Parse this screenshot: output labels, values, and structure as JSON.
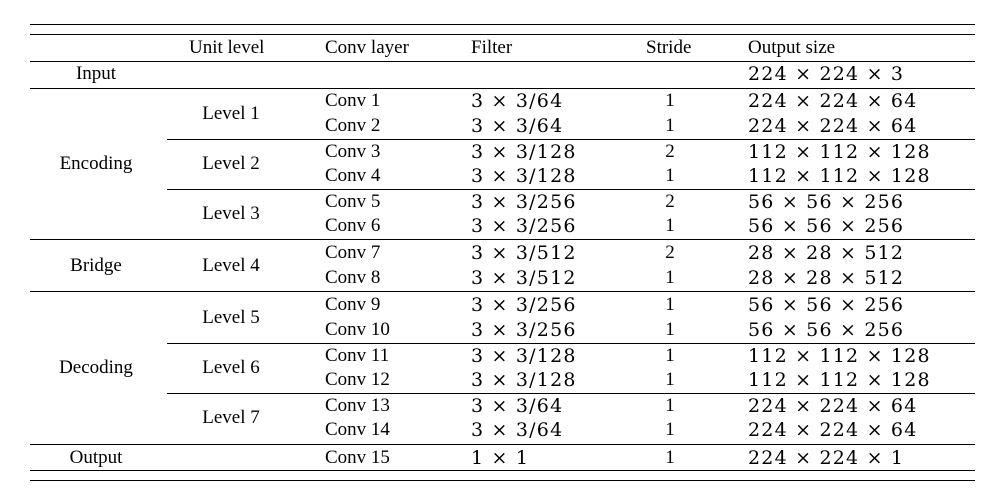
{
  "headers": [
    "Unit level",
    "Conv layer",
    "Filter",
    "Stride",
    "Output size"
  ],
  "input_row": {
    "label": "Input",
    "output": "224 × 224 × 3"
  },
  "groups": [
    {
      "name": "Encoding",
      "levels": [
        {
          "label": "Level 1",
          "rows": [
            {
              "conv": "Conv 1",
              "filter": "3 × 3/64",
              "stride": "1",
              "output": "224 × 224 × 64"
            },
            {
              "conv": "Conv 2",
              "filter": "3 × 3/64",
              "stride": "1",
              "output": "224 × 224 × 64"
            }
          ]
        },
        {
          "label": "Level 2",
          "rows": [
            {
              "conv": "Conv 3",
              "filter": "3 × 3/128",
              "stride": "2",
              "output": "112 × 112 × 128"
            },
            {
              "conv": "Conv 4",
              "filter": "3 × 3/128",
              "stride": "1",
              "output": "112 × 112 × 128"
            }
          ]
        },
        {
          "label": "Level 3",
          "rows": [
            {
              "conv": "Conv 5",
              "filter": "3 × 3/256",
              "stride": "2",
              "output": "56 × 56 × 256"
            },
            {
              "conv": "Conv 6",
              "filter": "3 × 3/256",
              "stride": "1",
              "output": "56 × 56 × 256"
            }
          ]
        }
      ]
    },
    {
      "name": "Bridge",
      "levels": [
        {
          "label": "Level 4",
          "rows": [
            {
              "conv": "Conv 7",
              "filter": "3 × 3/512",
              "stride": "2",
              "output": "28 × 28 × 512"
            },
            {
              "conv": "Conv 8",
              "filter": "3 × 3/512",
              "stride": "1",
              "output": "28 × 28 × 512"
            }
          ]
        }
      ]
    },
    {
      "name": "Decoding",
      "levels": [
        {
          "label": "Level 5",
          "rows": [
            {
              "conv": "Conv 9",
              "filter": "3 × 3/256",
              "stride": "1",
              "output": "56 × 56 × 256"
            },
            {
              "conv": "Conv 10",
              "filter": "3 × 3/256",
              "stride": "1",
              "output": "56 × 56 × 256"
            }
          ]
        },
        {
          "label": "Level 6",
          "rows": [
            {
              "conv": "Conv 11",
              "filter": "3 × 3/128",
              "stride": "1",
              "output": "112 × 112 × 128"
            },
            {
              "conv": "Conv 12",
              "filter": "3 × 3/128",
              "stride": "1",
              "output": "112 × 112 × 128"
            }
          ]
        },
        {
          "label": "Level 7",
          "rows": [
            {
              "conv": "Conv 13",
              "filter": "3 × 3/64",
              "stride": "1",
              "output": "224 × 224 × 64"
            },
            {
              "conv": "Conv 14",
              "filter": "3 × 3/64",
              "stride": "1",
              "output": "224 × 224 × 64"
            }
          ]
        }
      ]
    }
  ],
  "output_row": {
    "label": "Output",
    "conv": "Conv 15",
    "filter": "1 × 1",
    "stride": "1",
    "output": "224 × 224 × 1"
  }
}
